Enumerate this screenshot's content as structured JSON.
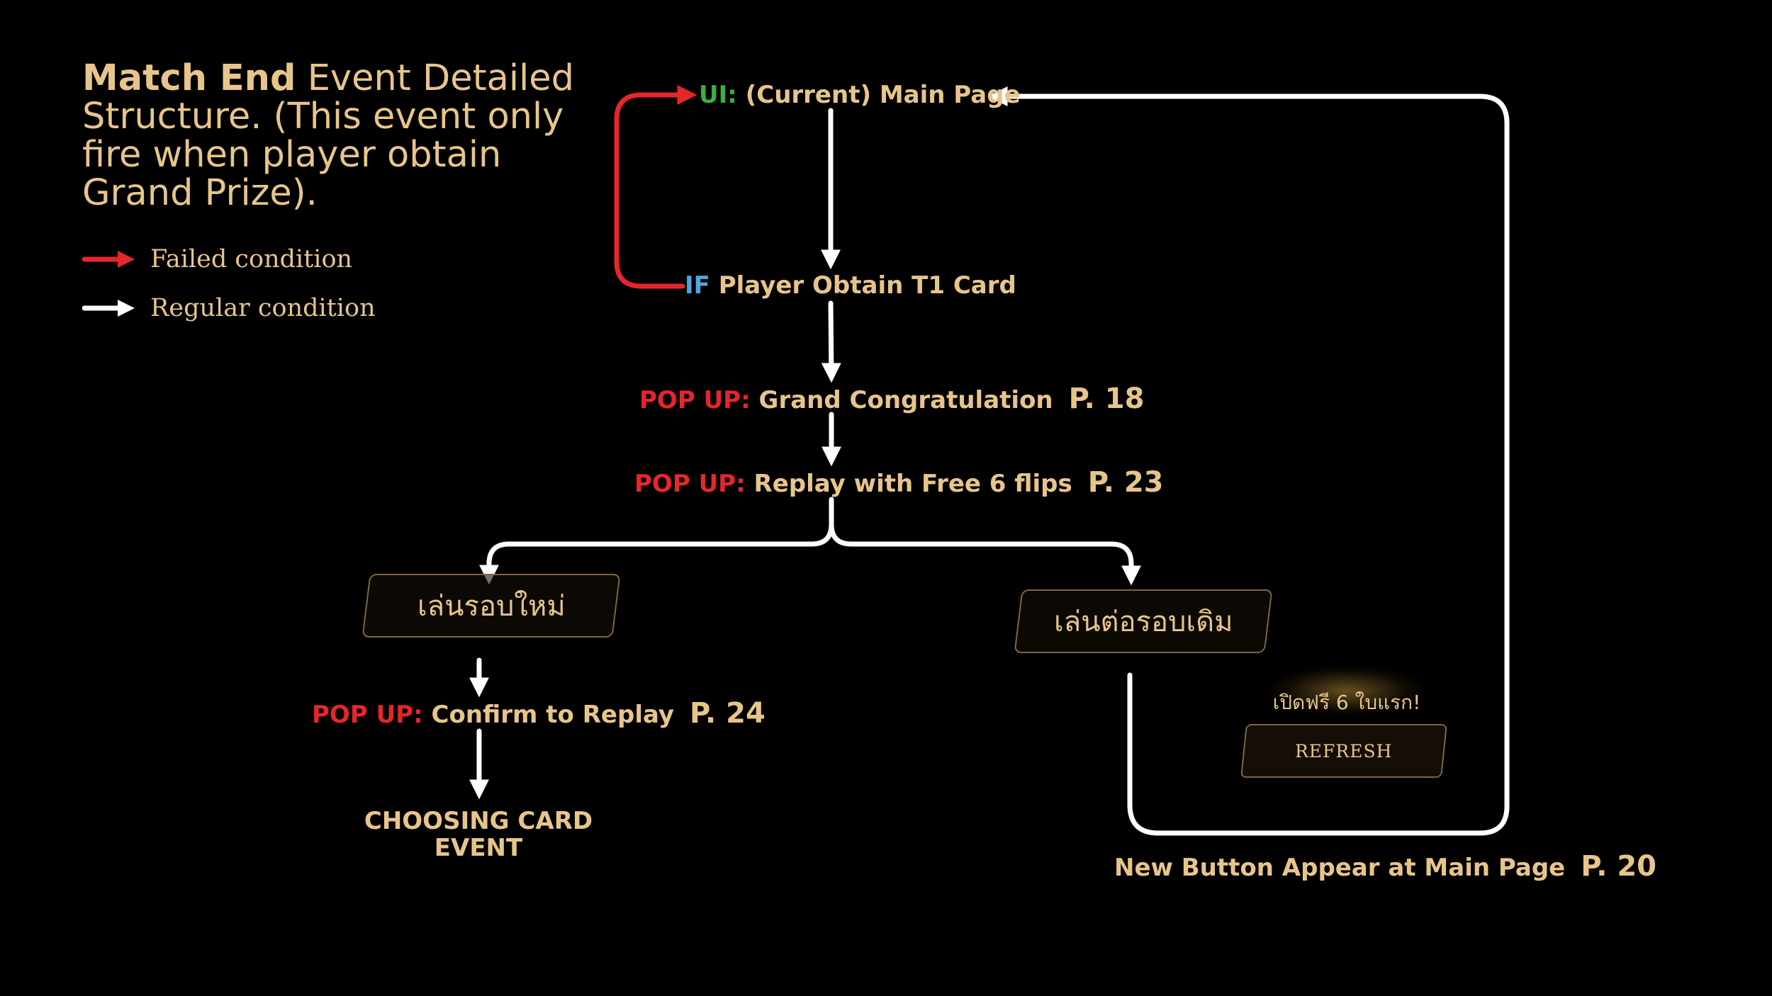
{
  "heading": {
    "strong": "Match End",
    "rest": " Event Detailed Structure. (This event only fire when player obtain Grand Prize)."
  },
  "legend": {
    "failed": "Failed condition",
    "regular": "Regular condition",
    "failed_color": "#e5262b",
    "regular_color": "#ffffff"
  },
  "nodes": {
    "main_page": {
      "tag": "UI:",
      "text": " (Current) Main Page"
    },
    "if_t1": {
      "tag": "IF",
      "text": " Player Obtain T1 Card"
    },
    "grand": {
      "tag": "POP UP:",
      "text": " Grand Congratulation",
      "page": "P. 18"
    },
    "replay": {
      "tag": "POP UP:",
      "text": " Replay with Free 6 flips",
      "page": "P. 23"
    },
    "confirm": {
      "tag": "POP UP:",
      "text": " Confirm to Replay",
      "page": "P. 24"
    },
    "choosing": "CHOOSING CARD EVENT",
    "new_button": {
      "text": "New Button Appear at Main Page",
      "page": "P. 20"
    }
  },
  "buttons": {
    "play_new": "เล่นรอบใหม่",
    "continue_round": "เล่นต่อรอบเดิม"
  },
  "refresh_preview": {
    "caption": "เปิดฟรี 6 ใบแรก!",
    "button": "REFRESH"
  },
  "colors": {
    "background": "#000000",
    "text_gold": "#e7c58a",
    "ui_tag": "#3fae3f",
    "if_tag": "#4fa7e0",
    "popup_tag": "#e5262b",
    "arrow_regular": "#ffffff",
    "arrow_failed": "#e5262b"
  }
}
